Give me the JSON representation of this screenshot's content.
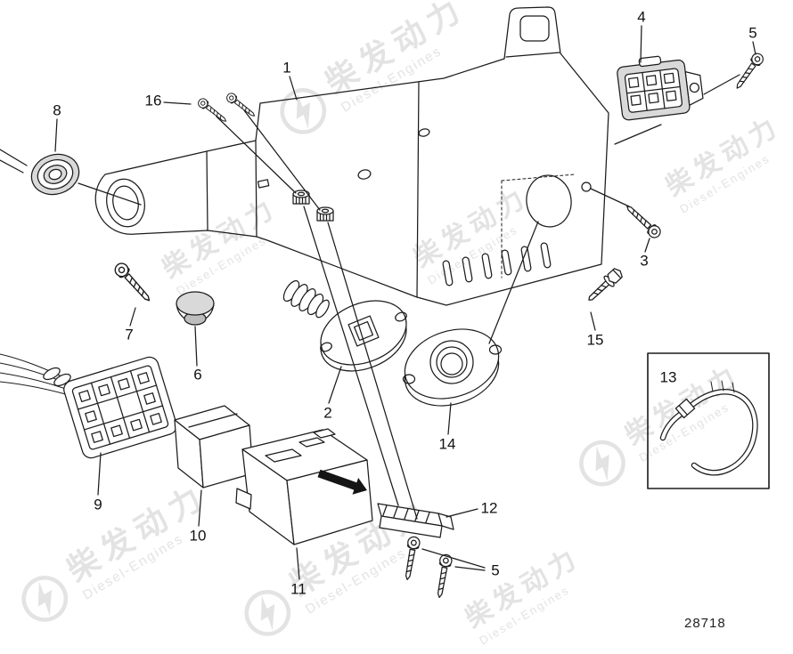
{
  "page": {
    "drawing_number": "28718"
  },
  "colors": {
    "background": "#ffffff",
    "ink": "#1c1c1c",
    "watermark": "#e3e3e3"
  },
  "watermark": {
    "brand_cn": "柴发动力",
    "brand_en": "Diesel-Engines"
  },
  "callouts": {
    "c1": "1",
    "c2": "2",
    "c3": "3",
    "c4": "4",
    "c5_top": "5",
    "c5_bottom": "5",
    "c6": "6",
    "c7": "7",
    "c8": "8",
    "c9": "9",
    "c10": "10",
    "c11": "11",
    "c12": "12",
    "c13": "13",
    "c14": "14",
    "c15": "15",
    "c16": "16"
  }
}
